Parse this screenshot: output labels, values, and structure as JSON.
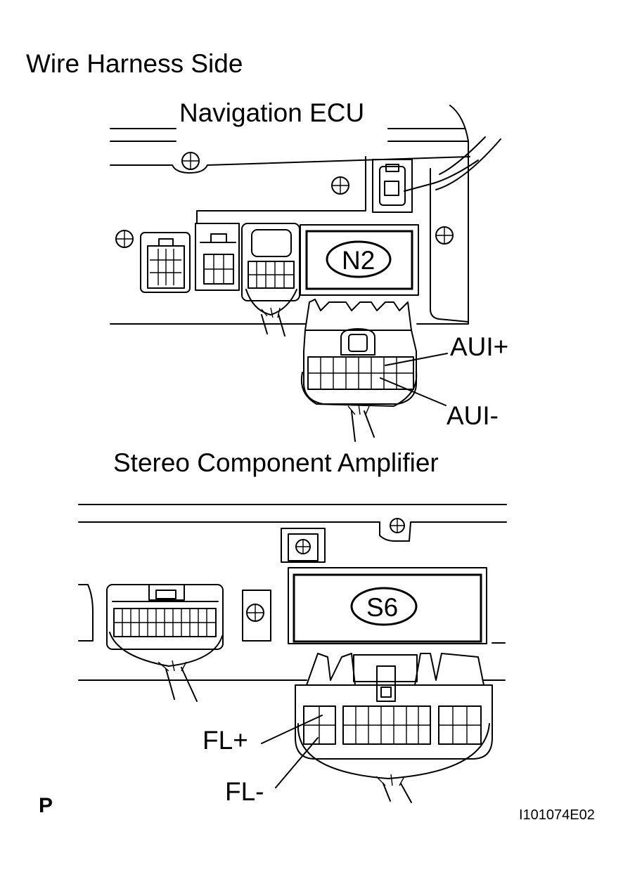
{
  "figure": {
    "title": "Wire Harness Side",
    "page_marker": "P",
    "figure_id": "I101074E02"
  },
  "navigation_ecu": {
    "label": "Navigation ECU",
    "connector_code": "N2",
    "pins": {
      "positive": "AUI+",
      "negative": "AUI-"
    }
  },
  "stereo_amplifier": {
    "label": "Stereo Component Amplifier",
    "connector_code": "S6",
    "pins": {
      "positive": "FL+",
      "negative": "FL-"
    }
  }
}
